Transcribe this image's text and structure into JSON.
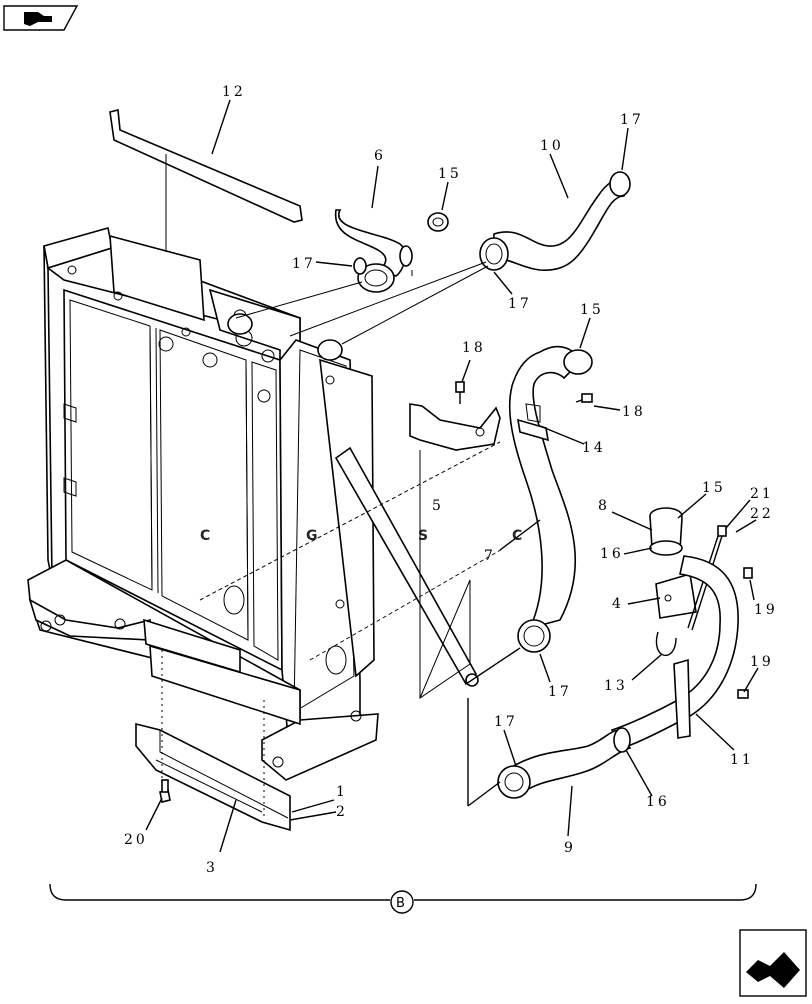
{
  "diagram": {
    "part_labels": [
      "1",
      "2",
      "3",
      "4",
      "5",
      "6",
      "7",
      "8",
      "9",
      "10",
      "11",
      "12",
      "13",
      "14",
      "15",
      "15",
      "15",
      "16",
      "16",
      "17",
      "17",
      "17",
      "17",
      "17",
      "18",
      "18",
      "19",
      "19",
      "20",
      "21",
      "22"
    ],
    "section_label": "B",
    "watermark": {
      "letters": [
        "C",
        "G",
        "S",
        "C"
      ],
      "colors": [
        "#5b8ff9",
        "#f26b6b",
        "#f6d04d",
        "#5cc08a"
      ]
    }
  },
  "nav": {
    "prev_icon": "hand-pointing-icon",
    "next_icon": "hand-arrow-next-icon"
  }
}
